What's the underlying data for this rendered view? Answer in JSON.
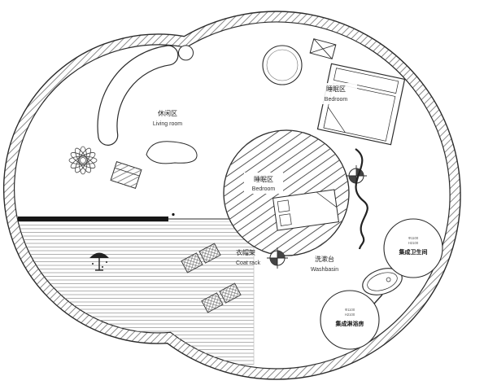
{
  "plan": {
    "living_room": {
      "zh": "休闲区",
      "en": "Living room"
    },
    "bedroom_upper": {
      "zh": "睡眠区",
      "en": "Bedroom"
    },
    "bedroom_core": {
      "zh": "睡眠区",
      "en": "Bedroom"
    },
    "coat_rack": {
      "zh": "衣帽架",
      "en": "Coat rack"
    },
    "washbasin": {
      "zh": "洗漱台",
      "en": "Washbasin"
    },
    "bathroom_pod": {
      "spec1": "Φ1100",
      "spec2": "H2100",
      "label": "集成卫生间"
    },
    "shower_pod": {
      "spec1": "Φ1100",
      "spec2": "H2100",
      "label": "集成淋浴房"
    }
  },
  "colors": {
    "line": "#2b2b2b",
    "wall_hatch": "#8a8a8a",
    "deck_hatch": "#a8a8a8",
    "stripe": "#555555",
    "background": "#ffffff"
  }
}
